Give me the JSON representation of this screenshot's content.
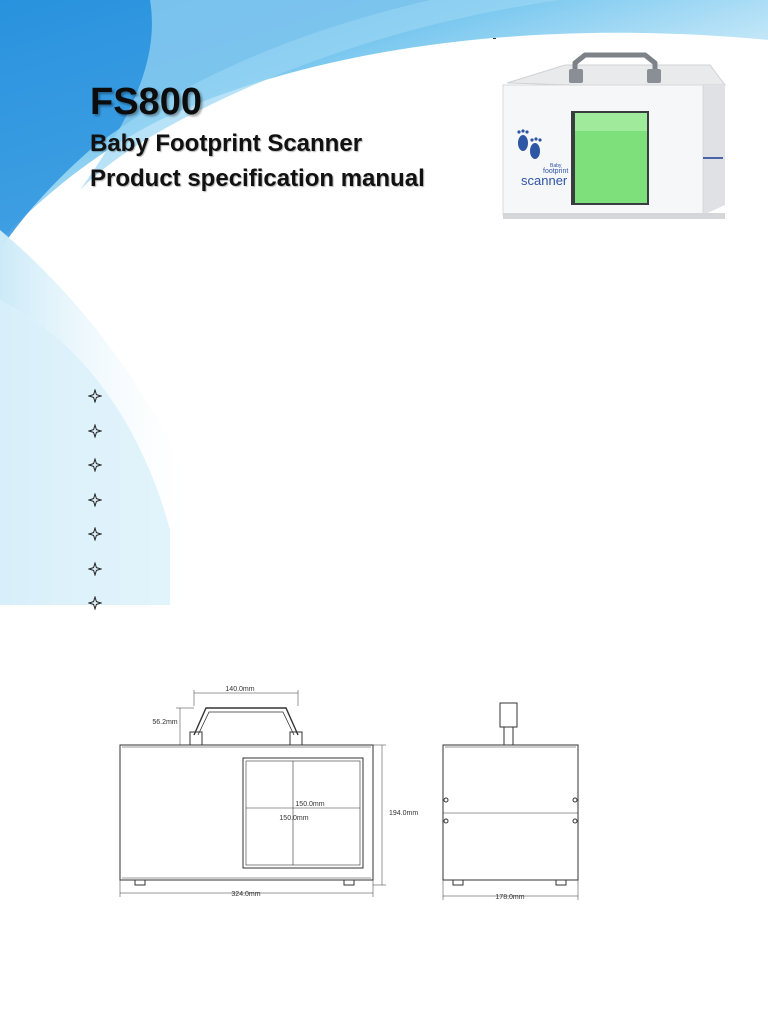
{
  "header": {
    "model": "FS800",
    "subtitle_line1": "Baby Footprint Scanner",
    "subtitle_line2": "Product specification manual"
  },
  "product_photo": {
    "brand_small": "Baby",
    "brand_mid": "footprint",
    "brand_large": "scanner",
    "window_color": "#7ee07a"
  },
  "features": [
    {
      "icon": "diamond-star-icon",
      "text": ""
    },
    {
      "icon": "diamond-star-icon",
      "text": ""
    },
    {
      "icon": "diamond-star-icon",
      "text": ""
    },
    {
      "icon": "diamond-star-icon",
      "text": ""
    },
    {
      "icon": "diamond-star-icon",
      "text": ""
    },
    {
      "icon": "diamond-star-icon",
      "text": ""
    },
    {
      "icon": "diamond-star-icon",
      "text": ""
    }
  ],
  "drawing": {
    "handle_width": "140.0mm",
    "handle_height": "56.2mm",
    "window_width": "150.0mm",
    "window_height": "150.0mm",
    "total_height": "194.0mm",
    "total_width": "324.0mm",
    "depth": "178.0mm"
  },
  "colors": {
    "sky_blue": "#2f9be0",
    "light_blue": "#bfe6f7"
  }
}
